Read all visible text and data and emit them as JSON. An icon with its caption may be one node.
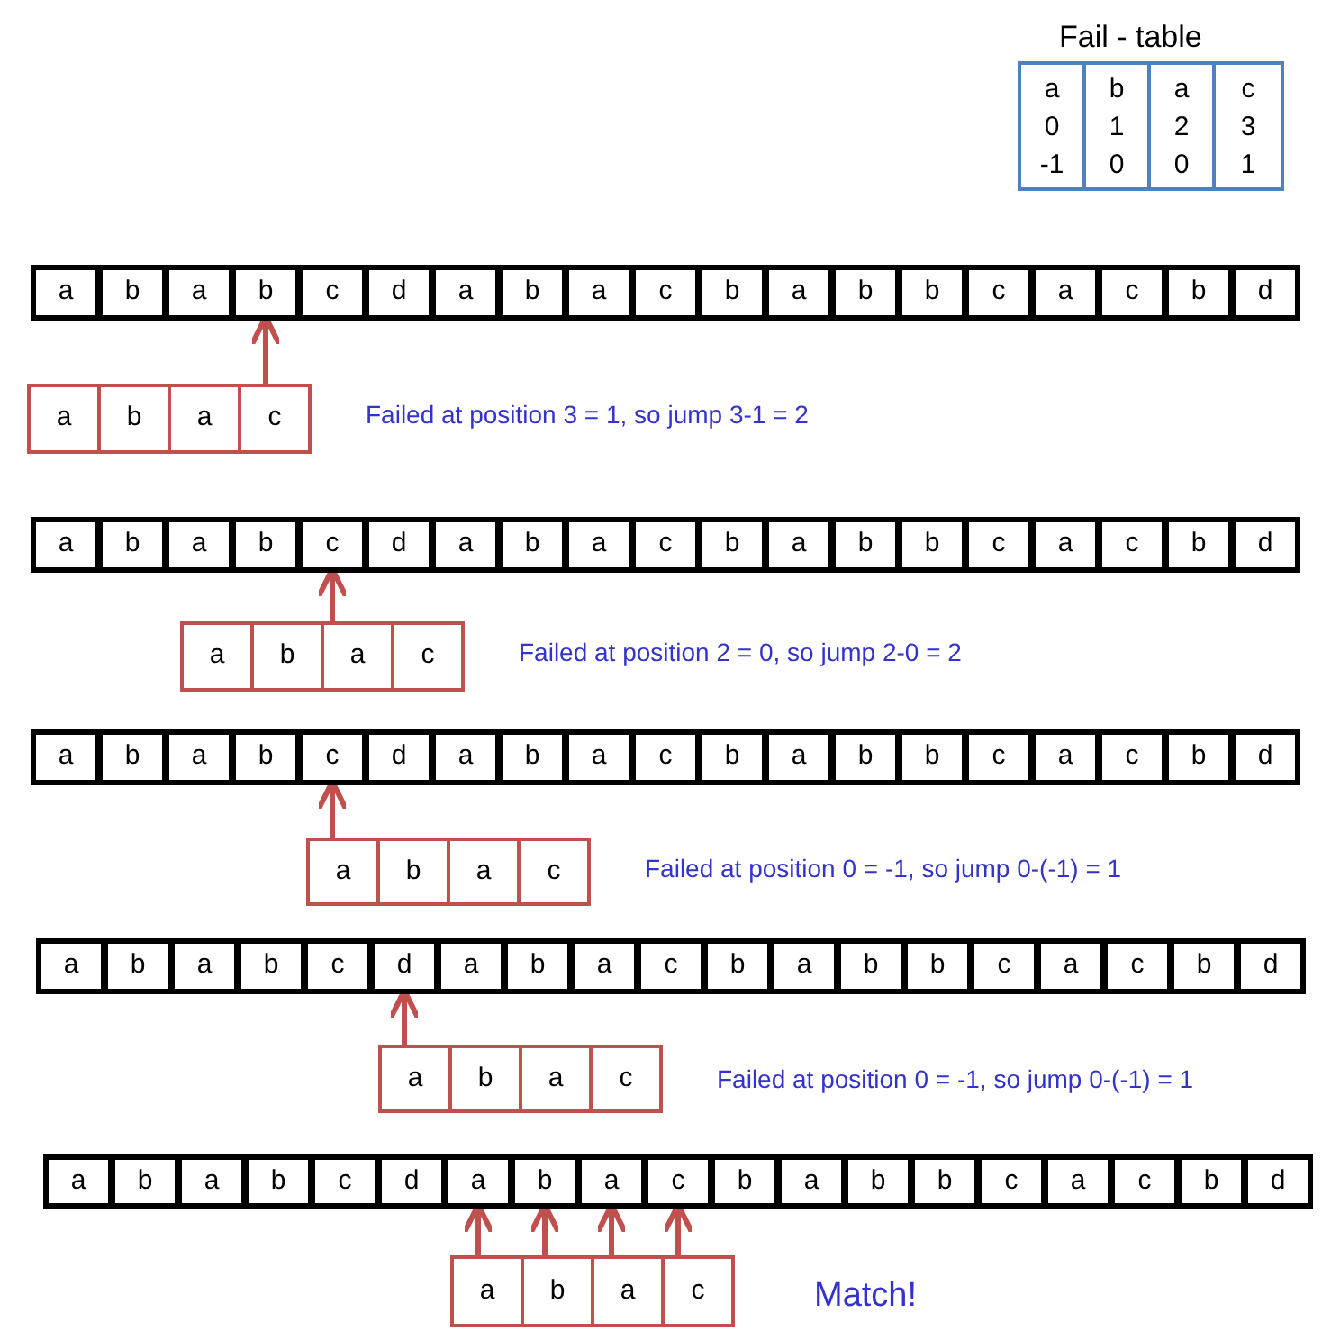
{
  "diagram": {
    "nodes": [
      {
        "text": [
          "a"
        ]
      },
      {
        "text": [
          "b"
        ]
      },
      {
        "text": [
          "a"
        ]
      },
      {
        "text": [
          "b"
        ]
      },
      {
        "text": [
          "c"
        ]
      },
      {
        "text": [
          "d"
        ]
      },
      {
        "text": [
          "a"
        ]
      },
      {
        "text": [
          "b"
        ]
      },
      {
        "text": [
          "a"
        ]
      },
      {
        "text": [
          "c"
        ]
      },
      {
        "text": [
          "b"
        ]
      },
      {
        "text": [
          "a"
        ]
      },
      {
        "text": [
          "b"
        ]
      },
      {
        "text": [
          "b"
        ]
      },
      {
        "text": [
          "c"
        ]
      },
      {
        "text": [
          "a"
        ]
      },
      {
        "text": [
          "c"
        ]
      },
      {
        "text": [
          "b"
        ]
      },
      {
        "text": [
          "d"
        ]
      },
      {
        "text": [
          "a"
        ]
      },
      {
        "text": [
          "b"
        ]
      },
      {
        "text": [
          "a"
        ]
      },
      {
        "text": [
          "c"
        ]
      },
      {
        "text": [
          "a"
        ]
      },
      {
        "text": [
          "b"
        ]
      },
      {
        "text": [
          "a"
        ]
      },
      {
        "text": [
          "b"
        ]
      },
      {
        "text": [
          "c"
        ]
      },
      {
        "text": [
          "d"
        ]
      },
      {
        "text": [
          "a"
        ]
      },
      {
        "text": [
          "b"
        ]
      },
      {
        "text": [
          "a"
        ]
      },
      {
        "text": [
          "c"
        ]
      },
      {
        "text": [
          "b"
        ]
      },
      {
        "text": [
          "a"
        ]
      },
      {
        "text": [
          "b"
        ]
      },
      {
        "text": [
          "b"
        ]
      },
      {
        "text": [
          "c"
        ]
      },
      {
        "text": [
          "a"
        ]
      },
      {
        "text": [
          "c"
        ]
      },
      {
        "text": [
          "b"
        ]
      },
      {
        "text": [
          "d"
        ]
      },
      {
        "text": [
          "a"
        ]
      },
      {
        "text": [
          "b"
        ]
      },
      {
        "text": [
          "a"
        ]
      },
      {
        "text": [
          "c"
        ]
      },
      {
        "text": [
          "a"
        ]
      },
      {
        "text": [
          "b"
        ]
      },
      {
        "text": [
          "a"
        ]
      },
      {
        "text": [
          "b"
        ]
      },
      {
        "text": [
          "c"
        ]
      },
      {
        "text": [
          "d"
        ]
      },
      {
        "text": [
          "a"
        ]
      },
      {
        "text": [
          "b"
        ]
      },
      {
        "text": [
          "a"
        ]
      },
      {
        "text": [
          "c"
        ]
      },
      {
        "text": [
          "b"
        ]
      },
      {
        "text": [
          "a"
        ]
      },
      {
        "text": [
          "b"
        ]
      },
      {
        "text": [
          "b"
        ]
      },
      {
        "text": [
          "c"
        ]
      },
      {
        "text": [
          "a"
        ]
      },
      {
        "text": [
          "c"
        ]
      },
      {
        "text": [
          "b"
        ]
      },
      {
        "text": [
          "d"
        ]
      },
      {
        "text": [
          "a"
        ]
      },
      {
        "text": [
          "b"
        ]
      },
      {
        "text": [
          "a"
        ]
      },
      {
        "text": [
          "c"
        ]
      },
      {
        "text": [
          "a"
        ]
      },
      {
        "text": [
          "b"
        ]
      },
      {
        "text": [
          "a"
        ]
      },
      {
        "text": [
          "b"
        ]
      },
      {
        "text": [
          "c"
        ]
      },
      {
        "text": [
          "d"
        ]
      },
      {
        "text": [
          "a"
        ]
      },
      {
        "text": [
          "b"
        ]
      },
      {
        "text": [
          "a"
        ]
      },
      {
        "text": [
          "c"
        ]
      },
      {
        "text": [
          "b"
        ]
      },
      {
        "text": [
          "a"
        ]
      },
      {
        "text": [
          "b"
        ]
      },
      {
        "text": [
          "b"
        ]
      },
      {
        "text": [
          "c"
        ]
      },
      {
        "text": [
          "a"
        ]
      },
      {
        "text": [
          "c"
        ]
      },
      {
        "text": [
          "b"
        ]
      },
      {
        "text": [
          "d"
        ]
      },
      {
        "text": [
          "a"
        ]
      },
      {
        "text": [
          "b"
        ]
      },
      {
        "text": [
          "a"
        ]
      },
      {
        "text": [
          "c"
        ]
      },
      {
        "text": [
          "a"
        ]
      },
      {
        "text": [
          "b"
        ]
      },
      {
        "text": [
          "a"
        ]
      },
      {
        "text": [
          "b"
        ]
      },
      {
        "text": [
          "c"
        ]
      },
      {
        "text": [
          "d"
        ]
      },
      {
        "text": [
          "a"
        ]
      },
      {
        "text": [
          "b"
        ]
      },
      {
        "text": [
          "a"
        ]
      },
      {
        "text": [
          "c"
        ]
      },
      {
        "text": [
          "b"
        ]
      },
      {
        "text": [
          "a"
        ]
      },
      {
        "text": [
          "b"
        ]
      },
      {
        "text": [
          "b"
        ]
      },
      {
        "text": [
          "c"
        ]
      },
      {
        "text": [
          "a"
        ]
      },
      {
        "text": [
          "c"
        ]
      },
      {
        "text": [
          "b"
        ]
      },
      {
        "text": [
          "d"
        ]
      },
      {
        "text": [
          "a"
        ]
      },
      {
        "text": [
          "b"
        ]
      },
      {
        "text": [
          "a"
        ]
      },
      {
        "text": [
          "c"
        ]
      }
    ],
    "edges": [
      {
        "from": 22,
        "to": 3,
        "arrow": "to"
      },
      {
        "from": 44,
        "to": 27,
        "arrow": "to"
      },
      {
        "from": 65,
        "to": 50,
        "arrow": "to"
      },
      {
        "from": 88,
        "to": 74,
        "arrow": "to"
      },
      {
        "from": 111,
        "to": 98,
        "arrow": "to"
      },
      {
        "from": 112,
        "to": 99,
        "arrow": "to"
      },
      {
        "from": 113,
        "to": 100,
        "arrow": "to"
      },
      {
        "from": 114,
        "to": 101,
        "arrow": "to"
      }
    ],
    "labels": [
      "Fail - table",
      "a",
      "b",
      "a",
      "c",
      "0",
      "1",
      "2",
      "3",
      "-1",
      "0",
      "0",
      "1",
      "Failed at position 3 = 1, so jump 3-1 = 2",
      "Failed at position 2 = 0, so jump 2-0 = 2",
      "Failed at position 0 = -1, so jump 0-(-1) = 1",
      "Failed at position 0 = -1, so jump 0-(-1) = 1",
      "Match!"
    ]
  }
}
